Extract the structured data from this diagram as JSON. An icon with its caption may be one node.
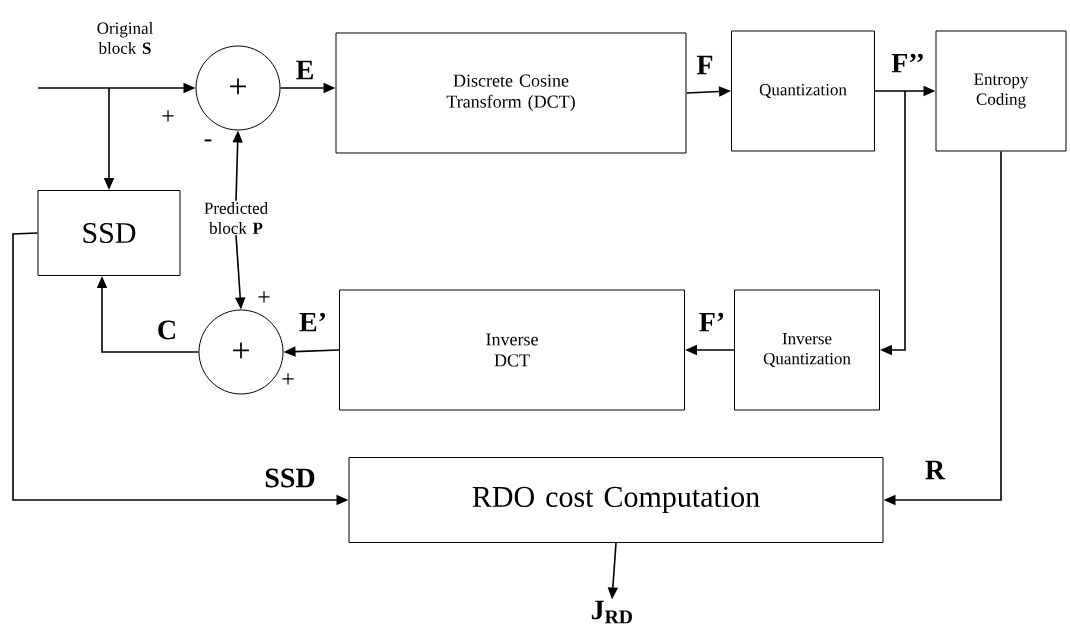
{
  "diagram": {
    "nodes": [
      {
        "text": [
          "+"
        ],
        "beside": [
          "+",
          "-"
        ]
      },
      {
        "text": [
          "Discrete Cosine Transform (DCT)"
        ]
      },
      {
        "text": [
          "Quantization"
        ]
      },
      {
        "text": [
          "Entropy Coding"
        ]
      },
      {
        "text": [
          "SSD"
        ]
      },
      {
        "text": [
          "Predicted block **P**"
        ]
      },
      {
        "text": [
          "+"
        ],
        "beside": [
          "+",
          "+"
        ]
      },
      {
        "text": [
          "Inverse DCT"
        ]
      },
      {
        "text": [
          "Inverse Quantization"
        ]
      },
      {
        "text": [
          "RDO cost Computation"
        ]
      },
      {
        "text": [
          "J$_{RD}$"
        ]
      }
    ],
    "edges": [
      {
        "from": null,
        "to": 0,
        "arrow": "to"
      },
      {
        "from": null,
        "to": 4,
        "arrow": "to"
      },
      {
        "from": 0,
        "to": 1,
        "arrow": "to",
        "label": "E"
      },
      {
        "from": 1,
        "to": 2,
        "arrow": "to",
        "label": "F"
      },
      {
        "from": 2,
        "to": 3,
        "arrow": "to",
        "label": "F’’"
      },
      {
        "from": 2,
        "to": 8,
        "arrow": "to"
      },
      {
        "from": 5,
        "to": 0,
        "arrow": "to"
      },
      {
        "from": 5,
        "to": 6,
        "arrow": "to"
      },
      {
        "from": 8,
        "to": 7,
        "arrow": "to",
        "label": "F’"
      },
      {
        "from": 7,
        "to": 6,
        "arrow": "to",
        "label": "E’"
      },
      {
        "from": 6,
        "to": 4,
        "arrow": "to",
        "label": "C"
      },
      {
        "from": 4,
        "to": 9,
        "arrow": "to",
        "label": "SSD"
      },
      {
        "from": 3,
        "to": 9,
        "arrow": "to",
        "label": "R"
      },
      {
        "from": 9,
        "to": 10,
        "arrow": "to"
      }
    ],
    "labels": [
      "Original block **S**"
    ]
  }
}
